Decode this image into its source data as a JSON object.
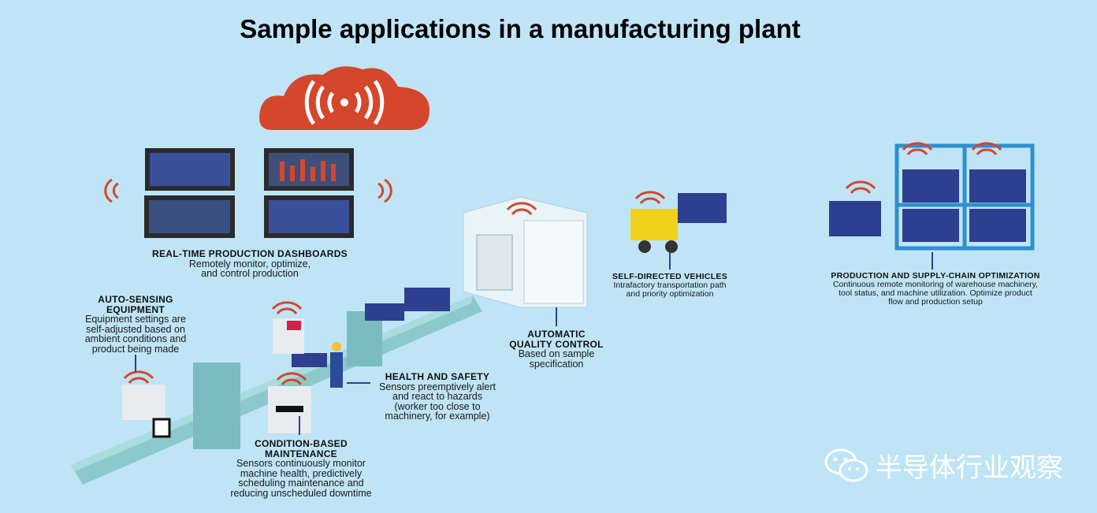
{
  "title": "Sample applications in a manufacturing plant",
  "sections": {
    "dashboards": {
      "heading": "REAL-TIME PRODUCTION DASHBOARDS",
      "lines": [
        "Remotely monitor, optimize,",
        "and control production"
      ]
    },
    "auto_sensing": {
      "heading": [
        "AUTO-SENSING",
        "EQUIPMENT"
      ],
      "lines": [
        "Equipment settings are",
        "self-adjusted based on",
        "ambient conditions and",
        "product being made"
      ]
    },
    "health": {
      "heading": "HEALTH AND SAFETY",
      "lines": [
        "Sensors preemptively alert",
        "and react to hazards",
        "(worker too close to",
        "machinery, for example)"
      ]
    },
    "condition": {
      "heading": [
        "CONDITION-BASED",
        "MAINTENANCE"
      ],
      "lines": [
        "Sensors continuously monitor",
        "machine health, predictively",
        "scheduling maintenance and",
        "reducing unscheduled downtime"
      ]
    },
    "quality": {
      "heading": [
        "AUTOMATIC",
        "QUALITY CONTROL"
      ],
      "lines": [
        "Based on sample",
        "specification"
      ]
    },
    "vehicles": {
      "heading": "SELF-DIRECTED VEHICLES",
      "lines": [
        "Intrafactory transportation path",
        "and priority optimization"
      ]
    },
    "supply": {
      "heading": "PRODUCTION AND SUPPLY-CHAIN OPTIMIZATION",
      "lines": [
        "Continuous remote monitoring of warehouse machinery,",
        "tool status, and machine utilization. Optimize product",
        "flow and production setup"
      ]
    }
  },
  "watermark": "半导体行业观察",
  "colors": {
    "background": "#bfe4f5",
    "cloud": "#d5472d",
    "box": "#2e3f8f",
    "machine": "#8cc9cc"
  }
}
